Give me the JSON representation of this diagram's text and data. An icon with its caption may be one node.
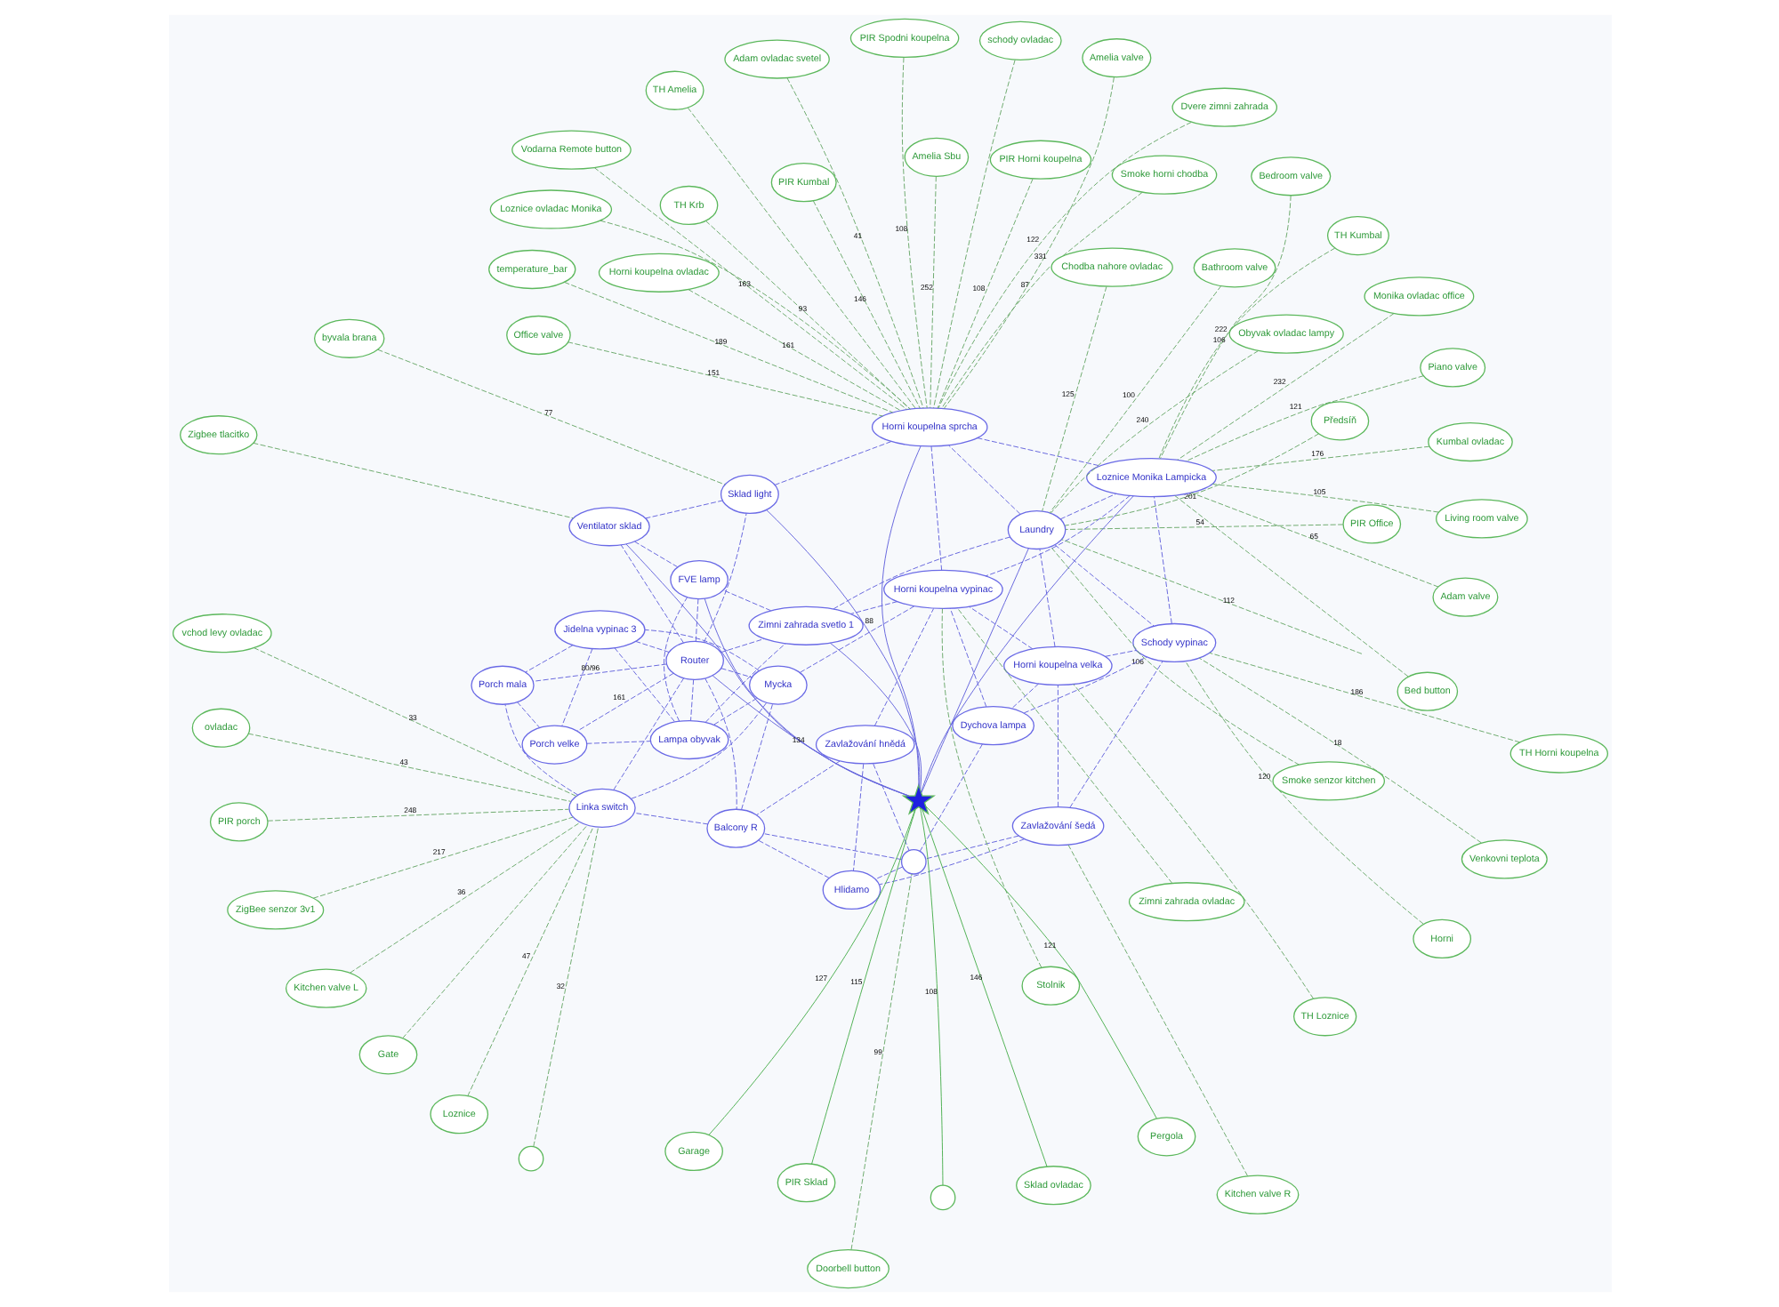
{
  "diagram": {
    "nodes": [
      {
        "text": [
          "Horni"
        ]
      },
      {
        "text": [
          "Předsíň"
        ]
      },
      {
        "text": [
          "TH Horni koupelna"
        ]
      },
      {
        "text": [
          "Bedroom valve"
        ]
      },
      {
        "text": [
          "TH Loznice"
        ]
      },
      {
        "text": [
          "Loznice ovladac Monika"
        ]
      },
      {
        "text": [
          "Venkovni teplota"
        ]
      },
      {
        "text": [
          "Doorbell button"
        ]
      },
      {
        "text": [
          "Bed button"
        ]
      },
      {
        "text": [
          "Smoke horni chodba"
        ]
      },
      {
        "text": [
          "Kitchen valve R"
        ]
      },
      {
        "text": [
          "Bathroom valve"
        ]
      },
      {
        "text": [
          "PIR Horni koupelna"
        ]
      },
      {
        "text": [
          "schody ovladac"
        ]
      },
      {
        "text": [
          "vchod levy ovladac"
        ]
      },
      {
        "text": [
          "Loznice"
        ]
      },
      {
        "text": [],
        "shape": "circle"
      },
      {
        "text": [
          "ovladac"
        ]
      },
      {
        "text": [
          "Kitchen valve L"
        ]
      },
      {
        "text": [
          "ZigBee senzor 3v1"
        ]
      },
      {
        "text": [
          "temperature_bar"
        ]
      },
      {
        "text": [
          "Chodba nahore ovladac"
        ]
      },
      {
        "text": [
          "Zavlažování šedá"
        ]
      },
      {
        "text": [
          "Kumbal ovladac"
        ]
      },
      {
        "text": [
          "Adam ovladac svetel"
        ]
      },
      {
        "text": [
          "Gate"
        ]
      },
      {
        "text": [
          "Zimni zahrada ovladac"
        ]
      },
      {
        "text": [
          "Horni koupelna ovladac"
        ]
      },
      {
        "text": [
          "Zavlažování hnědá"
        ]
      },
      {
        "text": [
          "Stolnik"
        ]
      },
      {
        "text": [
          "Horni koupelna velka"
        ]
      },
      {
        "text": [
          "Amelia valve"
        ]
      },
      {
        "text": [
          "Smoke senzor kitchen"
        ]
      },
      {
        "text": [
          "PIR porch"
        ]
      },
      {
        "text": [
          "Amelia Sbu"
        ]
      },
      {
        "text": [
          "Adam valve"
        ]
      },
      {
        "text": [
          "Laundry"
        ]
      },
      {
        "text": [
          "Dychova lampa"
        ]
      },
      {
        "text": [
          "Obyvak ovladac lampy"
        ]
      },
      {
        "text": [
          "Schody vypinac"
        ]
      },
      {
        "text": [
          "TH Amelia"
        ]
      },
      {
        "text": [
          "Vodarna Remote button"
        ]
      },
      {
        "text": [
          "Horni koupelna sprcha"
        ]
      },
      {
        "text": [
          "Loznice Monika Lampicka"
        ]
      },
      {
        "text": [],
        "shape": "circle"
      },
      {
        "text": [
          "Hlidamo"
        ]
      },
      {
        "text": [
          "Horni koupelna vypinac"
        ]
      },
      {
        "text": [
          "PIR Office"
        ]
      },
      {
        "text": [
          "Balcony R"
        ]
      },
      {
        "text": [
          "Dvere zimni zahrada"
        ]
      },
      {
        "text": [
          "Mycka"
        ]
      },
      {
        "text": [
          "Living room valve"
        ]
      },
      {
        "text": [
          "PIR Spodni koupelna"
        ]
      },
      {
        "text": [
          "PIR Kumbal"
        ]
      },
      {
        "text": [
          "Piano valve"
        ]
      },
      {
        "text": [
          "Linka switch"
        ]
      },
      {
        "text": [
          "Office valve"
        ]
      },
      {
        "text": [
          "TH Kumbal"
        ]
      },
      {
        "text": [
          "Jidelna vypinac 3"
        ]
      },
      {
        "text": [
          "Porch mala"
        ]
      },
      {
        "text": [
          "TH Krb"
        ]
      },
      {
        "text": [
          "Monika ovladac office"
        ]
      },
      {
        "text": [
          "Porch velke"
        ]
      },
      {
        "text": [
          "Pergola"
        ]
      },
      {
        "text": [],
        "shape": "circle"
      },
      {
        "text": [
          "Garage"
        ]
      },
      {
        "text": [
          "Sklad ovladac"
        ]
      },
      {
        "text": [
          "byvala brana"
        ]
      },
      {
        "text": [
          "Lampa obyvak"
        ]
      },
      {
        "text": [
          "Zimni zahrada svetlo 1"
        ]
      },
      {
        "text": [
          "PIR Sklad"
        ]
      },
      {
        "text": [
          "FVE lamp"
        ]
      },
      {
        "text": [
          "Zigbee tlacitko"
        ]
      },
      {
        "text": [
          "Ventilator sklad"
        ]
      },
      {
        "text": [
          "Sklad light"
        ]
      },
      {
        "text": [],
        "shape": "star"
      },
      {
        "text": [
          "Router"
        ]
      }
    ],
    "edges": [
      {
        "from": 75,
        "to": 76,
        "arrow": "none",
        "label": "134"
      },
      {
        "from": 75,
        "to": 74,
        "arrow": "none",
        "label": "88"
      },
      {
        "from": 75,
        "to": 73,
        "arrow": "none"
      },
      {
        "from": 75,
        "to": 71,
        "arrow": "none"
      },
      {
        "from": 75,
        "to": 69,
        "arrow": "none"
      },
      {
        "from": 75,
        "to": 42,
        "arrow": "none"
      },
      {
        "from": 75,
        "to": 36,
        "arrow": "none"
      },
      {
        "from": 75,
        "to": 43,
        "arrow": "none"
      },
      {
        "from": 63,
        "to": 75,
        "arrow": "none",
        "label": "121",
        "color": "#4caf50"
      },
      {
        "from": 64,
        "to": 75,
        "arrow": "none",
        "label": "108",
        "color": "#4caf50"
      },
      {
        "from": 65,
        "to": 75,
        "arrow": "none",
        "label": "127",
        "color": "#4caf50"
      },
      {
        "from": 66,
        "to": 75,
        "arrow": "none",
        "label": "146",
        "color": "#4caf50"
      },
      {
        "from": 70,
        "to": 75,
        "arrow": "none",
        "label": "115",
        "color": "#4caf50"
      },
      {
        "from": 76,
        "to": 62,
        "arrow": "none",
        "style": "dashed",
        "label": "161"
      },
      {
        "from": 76,
        "to": 59,
        "arrow": "none",
        "style": "dashed",
        "label": "80/96"
      },
      {
        "from": 76,
        "to": 55,
        "arrow": "none",
        "style": "dashed"
      },
      {
        "from": 76,
        "to": 68,
        "arrow": "none",
        "style": "dashed"
      },
      {
        "from": 76,
        "to": 69,
        "arrow": "none",
        "style": "dashed"
      },
      {
        "from": 76,
        "to": 71,
        "arrow": "none",
        "style": "dashed"
      },
      {
        "from": 76,
        "to": 73,
        "arrow": "none",
        "style": "dashed"
      },
      {
        "from": 76,
        "to": 74,
        "arrow": "none",
        "style": "dashed"
      },
      {
        "from": 76,
        "to": 58,
        "arrow": "none",
        "style": "dashed"
      },
      {
        "from": 76,
        "to": 50,
        "arrow": "none",
        "style": "dashed"
      },
      {
        "from": 76,
        "to": 48,
        "arrow": "none",
        "style": "dashed"
      },
      {
        "from": 22,
        "to": 30,
        "arrow": "none",
        "style": "dashed"
      },
      {
        "from": 22,
        "to": 44,
        "arrow": "none",
        "style": "dashed"
      },
      {
        "from": 22,
        "to": 45,
        "arrow": "none",
        "style": "dashed"
      },
      {
        "from": 22,
        "to": 39,
        "arrow": "none",
        "style": "dashed"
      },
      {
        "from": 28,
        "to": 44,
        "arrow": "none",
        "style": "dashed"
      },
      {
        "from": 28,
        "to": 45,
        "arrow": "none",
        "style": "dashed"
      },
      {
        "from": 28,
        "to": 46,
        "arrow": "none",
        "style": "dashed"
      },
      {
        "from": 28,
        "to": 48,
        "arrow": "none",
        "style": "dashed"
      },
      {
        "from": 30,
        "to": 37,
        "arrow": "none",
        "style": "dashed"
      },
      {
        "from": 30,
        "to": 39,
        "arrow": "none",
        "style": "dashed"
      },
      {
        "from": 30,
        "to": 36,
        "arrow": "none",
        "style": "dashed"
      },
      {
        "from": 30,
        "to": 46,
        "arrow": "none",
        "style": "dashed"
      },
      {
        "from": 36,
        "to": 42,
        "arrow": "none",
        "style": "dashed"
      },
      {
        "from": 36,
        "to": 39,
        "arrow": "none",
        "style": "dashed"
      },
      {
        "from": 36,
        "to": 43,
        "arrow": "none",
        "style": "dashed"
      },
      {
        "from": 37,
        "to": 39,
        "arrow": "none",
        "style": "dashed"
      },
      {
        "from": 37,
        "to": 44,
        "arrow": "none",
        "style": "dashed"
      },
      {
        "from": 37,
        "to": 46,
        "arrow": "none",
        "style": "dashed"
      },
      {
        "from": 39,
        "to": 43,
        "arrow": "none",
        "style": "dashed"
      },
      {
        "from": 42,
        "to": 43,
        "arrow": "none",
        "style": "dashed"
      },
      {
        "from": 42,
        "to": 46,
        "arrow": "none",
        "style": "dashed"
      },
      {
        "from": 43,
        "to": 46,
        "arrow": "none",
        "style": "dashed"
      },
      {
        "from": 44,
        "to": 45,
        "arrow": "none",
        "style": "dashed"
      },
      {
        "from": 44,
        "to": 48,
        "arrow": "none",
        "style": "dashed"
      },
      {
        "from": 45,
        "to": 48,
        "arrow": "none",
        "style": "dashed"
      },
      {
        "from": 46,
        "to": 50,
        "arrow": "none",
        "style": "dashed"
      },
      {
        "from": 48,
        "to": 50,
        "arrow": "none",
        "style": "dashed"
      },
      {
        "from": 48,
        "to": 55,
        "arrow": "none",
        "style": "dashed"
      },
      {
        "from": 50,
        "to": 55,
        "arrow": "none",
        "style": "dashed"
      },
      {
        "from": 50,
        "to": 58,
        "arrow": "none",
        "style": "dashed"
      },
      {
        "from": 55,
        "to": 59,
        "arrow": "none",
        "style": "dashed"
      },
      {
        "from": 58,
        "to": 59,
        "arrow": "none",
        "style": "dashed"
      },
      {
        "from": 58,
        "to": 62,
        "arrow": "none",
        "style": "dashed"
      },
      {
        "from": 59,
        "to": 62,
        "arrow": "none",
        "style": "dashed"
      },
      {
        "from": 62,
        "to": 68,
        "arrow": "none",
        "style": "dashed"
      },
      {
        "from": 68,
        "to": 69,
        "arrow": "none",
        "style": "dashed"
      },
      {
        "from": 69,
        "to": 71,
        "arrow": "none",
        "style": "dashed"
      },
      {
        "from": 71,
        "to": 73,
        "arrow": "none",
        "style": "dashed"
      },
      {
        "from": 73,
        "to": 74,
        "arrow": "none",
        "style": "dashed"
      },
      {
        "from": 68,
        "to": 71,
        "arrow": "none",
        "style": "dashed"
      },
      {
        "from": 50,
        "to": 68,
        "arrow": "none",
        "style": "dashed"
      },
      {
        "from": 42,
        "to": 74,
        "arrow": "none",
        "style": "dashed"
      },
      {
        "from": 36,
        "to": 69,
        "arrow": "none",
        "style": "dashed"
      },
      {
        "from": 46,
        "to": 69,
        "arrow": "none",
        "style": "dashed"
      },
      {
        "from": 58,
        "to": 68,
        "arrow": "none",
        "style": "dashed"
      },
      {
        "from": 0,
        "to": 39,
        "arrow": "none",
        "style": "dashed",
        "color": "#6aa86a",
        "label": "120"
      },
      {
        "from": 1,
        "to": 36,
        "arrow": "none",
        "style": "dashed",
        "color": "#6aa86a",
        "label": "201"
      },
      {
        "from": 2,
        "to": 39,
        "arrow": "none",
        "style": "dashed",
        "color": "#6aa86a",
        "label": "186"
      },
      {
        "from": 3,
        "to": 43,
        "arrow": "none",
        "style": "dashed",
        "color": "#6aa86a",
        "label": "222"
      },
      {
        "from": 4,
        "to": 30,
        "arrow": "none",
        "style": "dashed",
        "color": "#6aa86a"
      },
      {
        "from": 5,
        "to": 42,
        "arrow": "none",
        "style": "dashed",
        "color": "#6aa86a"
      },
      {
        "from": 6,
        "to": 39,
        "arrow": "none",
        "style": "dashed",
        "color": "#6aa86a",
        "label": "18"
      },
      {
        "from": 7,
        "to": 44,
        "arrow": "none",
        "style": "dashed",
        "color": "#6aa86a",
        "label": "99"
      },
      {
        "from": 8,
        "to": 43,
        "arrow": "none",
        "style": "dashed",
        "color": "#6aa86a"
      },
      {
        "from": 9,
        "to": 42,
        "arrow": "none",
        "style": "dashed",
        "color": "#6aa86a",
        "label": "87"
      },
      {
        "from": 10,
        "to": 22,
        "arrow": "none",
        "style": "dashed",
        "color": "#6aa86a"
      },
      {
        "from": 11,
        "to": 36,
        "arrow": "none",
        "style": "dashed",
        "color": "#6aa86a",
        "label": "100"
      },
      {
        "from": 12,
        "to": 42,
        "arrow": "none",
        "style": "dashed",
        "color": "#6aa86a",
        "label": "108"
      },
      {
        "from": 13,
        "to": 42,
        "arrow": "none",
        "style": "dashed",
        "color": "#6aa86a"
      },
      {
        "from": 14,
        "to": 55,
        "arrow": "none",
        "style": "dashed",
        "color": "#6aa86a",
        "label": "33"
      },
      {
        "from": 15,
        "to": 55,
        "arrow": "none",
        "style": "dashed",
        "color": "#6aa86a",
        "label": "47"
      },
      {
        "from": 16,
        "to": 55,
        "arrow": "none",
        "style": "dashed",
        "color": "#6aa86a",
        "label": "32"
      },
      {
        "from": 17,
        "to": 55,
        "arrow": "none",
        "style": "dashed",
        "color": "#6aa86a",
        "label": "43"
      },
      {
        "from": 18,
        "to": 55,
        "arrow": "none",
        "style": "dashed",
        "color": "#6aa86a",
        "label": "36"
      },
      {
        "from": 19,
        "to": 55,
        "arrow": "none",
        "style": "dashed",
        "color": "#6aa86a",
        "label": "217"
      },
      {
        "from": 25,
        "to": 55,
        "arrow": "none",
        "style": "dashed",
        "color": "#6aa86a"
      },
      {
        "from": 33,
        "to": 55,
        "arrow": "none",
        "style": "dashed",
        "color": "#6aa86a",
        "label": "248"
      },
      {
        "from": 20,
        "to": 42,
        "arrow": "none",
        "style": "dashed",
        "color": "#6aa86a",
        "label": "189"
      },
      {
        "from": 21,
        "to": 36,
        "arrow": "none",
        "style": "dashed",
        "color": "#6aa86a",
        "label": "125"
      },
      {
        "from": 23,
        "to": 43,
        "arrow": "none",
        "style": "dashed",
        "color": "#6aa86a",
        "label": "176"
      },
      {
        "from": 24,
        "to": 42,
        "arrow": "none",
        "style": "dashed",
        "color": "#6aa86a",
        "label": "41"
      },
      {
        "from": 26,
        "to": 46,
        "arrow": "none",
        "style": "dashed",
        "color": "#6aa86a"
      },
      {
        "from": 27,
        "to": 42,
        "arrow": "none",
        "style": "dashed",
        "color": "#6aa86a",
        "label": "161"
      },
      {
        "from": 29,
        "to": 46,
        "arrow": "none",
        "style": "dashed",
        "color": "#6aa86a"
      },
      {
        "from": 31,
        "to": 42,
        "arrow": "none",
        "style": "dashed",
        "color": "#6aa86a",
        "label": "331"
      },
      {
        "from": 32,
        "to": 36,
        "arrow": "none",
        "style": "dashed",
        "color": "#6aa86a",
        "label": "106"
      },
      {
        "from": 34,
        "to": 42,
        "arrow": "none",
        "style": "dashed",
        "color": "#6aa86a",
        "label": "252"
      },
      {
        "from": 35,
        "to": 43,
        "arrow": "none",
        "style": "dashed",
        "color": "#6aa86a",
        "label": "65"
      },
      {
        "from": 38,
        "to": 36,
        "arrow": "none",
        "style": "dashed",
        "color": "#6aa86a",
        "label": "240"
      },
      {
        "from": 40,
        "to": 42,
        "arrow": "none",
        "style": "dashed",
        "color": "#6aa86a"
      },
      {
        "from": 41,
        "to": 42,
        "arrow": "none",
        "style": "dashed",
        "color": "#6aa86a",
        "label": "163"
      },
      {
        "from": 47,
        "to": 36,
        "arrow": "none",
        "style": "dashed",
        "color": "#6aa86a",
        "label": "54"
      },
      {
        "from": 49,
        "to": 42,
        "arrow": "none",
        "style": "dashed",
        "color": "#6aa86a",
        "label": "122"
      },
      {
        "from": 51,
        "to": 43,
        "arrow": "none",
        "style": "dashed",
        "color": "#6aa86a",
        "label": "105"
      },
      {
        "from": 52,
        "to": 42,
        "arrow": "none",
        "style": "dashed",
        "color": "#6aa86a",
        "label": "108"
      },
      {
        "from": 53,
        "to": 42,
        "arrow": "none",
        "style": "dashed",
        "color": "#6aa86a",
        "label": "146"
      },
      {
        "from": 54,
        "to": 43,
        "arrow": "none",
        "style": "dashed",
        "color": "#6aa86a",
        "label": "121"
      },
      {
        "from": 56,
        "to": 42,
        "arrow": "none",
        "style": "dashed",
        "color": "#6aa86a",
        "label": "151"
      },
      {
        "from": 57,
        "to": 43,
        "arrow": "none",
        "style": "dashed",
        "color": "#6aa86a",
        "label": "106"
      },
      {
        "from": 60,
        "to": 42,
        "arrow": "none",
        "style": "dashed",
        "color": "#6aa86a",
        "label": "93"
      },
      {
        "from": 61,
        "to": 43,
        "arrow": "none",
        "style": "dashed",
        "color": "#6aa86a",
        "label": "232"
      },
      {
        "from": 67,
        "to": 74,
        "arrow": "none",
        "style": "dashed",
        "color": "#6aa86a",
        "label": "77"
      },
      {
        "from": 72,
        "to": 73,
        "arrow": "none",
        "style": "dashed",
        "color": "#6aa86a"
      },
      {
        "from": null,
        "to": 36,
        "arrow": "none",
        "style": "dashed",
        "color": "#6aa86a",
        "label": "112"
      }
    ]
  }
}
